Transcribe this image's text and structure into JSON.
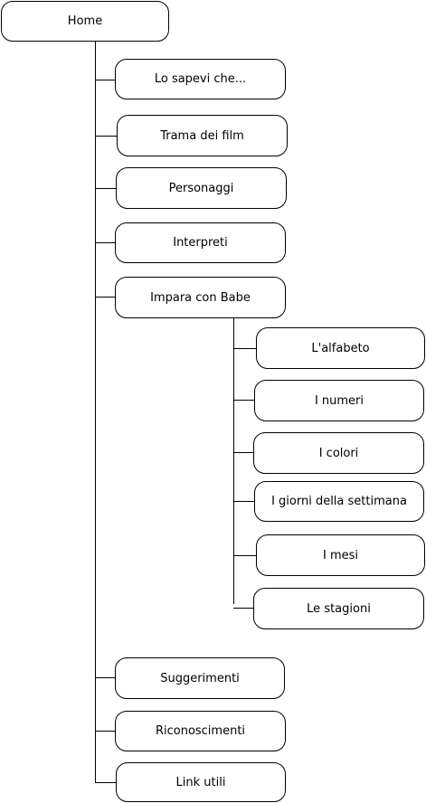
{
  "root": {
    "label": "Home"
  },
  "level1": [
    {
      "label": "Lo sapevi che..."
    },
    {
      "label": "Trama dei film"
    },
    {
      "label": "Personaggi"
    },
    {
      "label": "Interpreti"
    },
    {
      "label": "Impara con Babe",
      "children": [
        {
          "label": "L'alfabeto"
        },
        {
          "label": "I numeri"
        },
        {
          "label": "I colori"
        },
        {
          "label": "I giorni della settimana"
        },
        {
          "label": "I mesi"
        },
        {
          "label": "Le stagioni"
        }
      ]
    },
    {
      "label": "Suggerimenti"
    },
    {
      "label": "Riconoscimenti"
    },
    {
      "label": "Link utili"
    }
  ],
  "colors": {
    "line": "#000000",
    "node_border": "#000000",
    "background": "#ffffff"
  }
}
